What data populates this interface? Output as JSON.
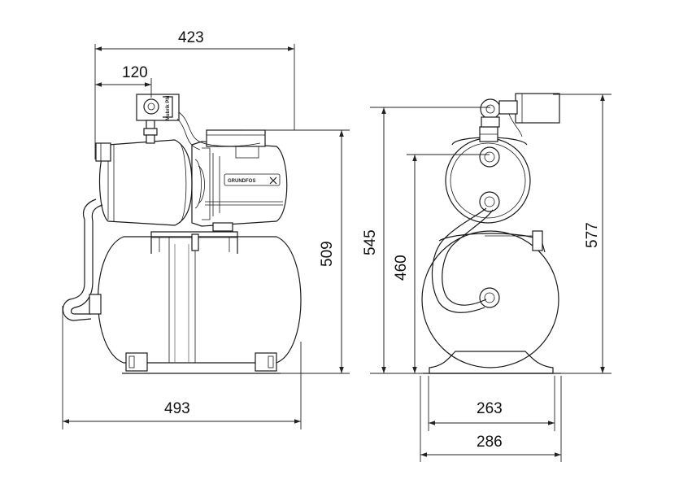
{
  "brand": "GRUNDFOS",
  "switch_label": "Mubrik PM",
  "dimensions": {
    "overall_width": "423",
    "inlet_offset": "120",
    "front_height": "509",
    "tank_width": "493",
    "side_height_545": "545",
    "side_height_460": "460",
    "side_height_577": "577",
    "foot_width": "263",
    "base_width": "286"
  }
}
